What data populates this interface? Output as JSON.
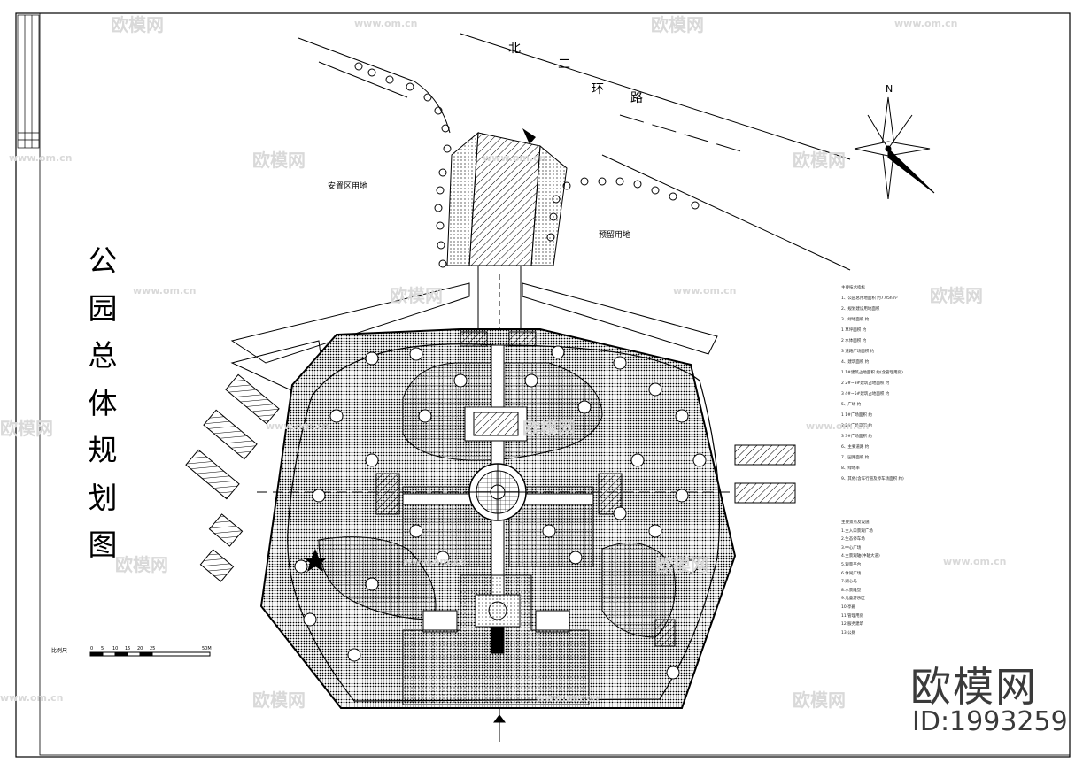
{
  "drawing": {
    "title_chars": [
      "公",
      "园",
      "总",
      "体",
      "规",
      "划",
      "图"
    ],
    "north_label": "N",
    "road_chars": [
      "北",
      "二",
      "环",
      "路"
    ],
    "labels": {
      "resettlement": "安置区用地",
      "reserved": "预留用地"
    },
    "scale": {
      "label": "比例尺",
      "ticks": [
        "0",
        "5",
        "10",
        "15",
        "20",
        "25",
        "50M"
      ]
    },
    "legend_title": "主要技术指标",
    "legend_lines": [
      "1、公园总用地面积 约7.05hm²",
      "2、规划建设用地面积",
      "3、绿地面积 约",
      "1 草坪面积 约",
      "2 水体面积 约",
      "3 道路广场面积 约",
      "4、建筑面积 约",
      "1 1#建筑占地面积 约(含管理用房)",
      "2 2#~3#建筑占地面积 约",
      "3 4#~5#建筑占地面积 约",
      "5、广场 约",
      "1 1#广场面积 约",
      "2 2#广场面积 约",
      "3 3#广场面积 约",
      "6、主要道路 约",
      "7、园路面积 约",
      "8、绿地率",
      "9、其他(含车行道及停车场面积 约)"
    ],
    "legend2_title": "主要景点及设施",
    "legend2_lines": [
      "1.主入口景观广场",
      "2.生态停车场",
      "3.中心广场",
      "4.主景观轴(中轴大道)",
      "5.观景平台",
      "6.休闲广场",
      "7.湖心岛",
      "8.水景雕塑",
      "9.儿童游乐区",
      "10.亭廊",
      "11.管理用房",
      "12.服务建筑",
      "13.公厕"
    ]
  },
  "branding": {
    "name": "欧模网",
    "id_text": "ID:1993259",
    "watermark_text": "欧模网",
    "watermark_url": "www.om.cn"
  }
}
